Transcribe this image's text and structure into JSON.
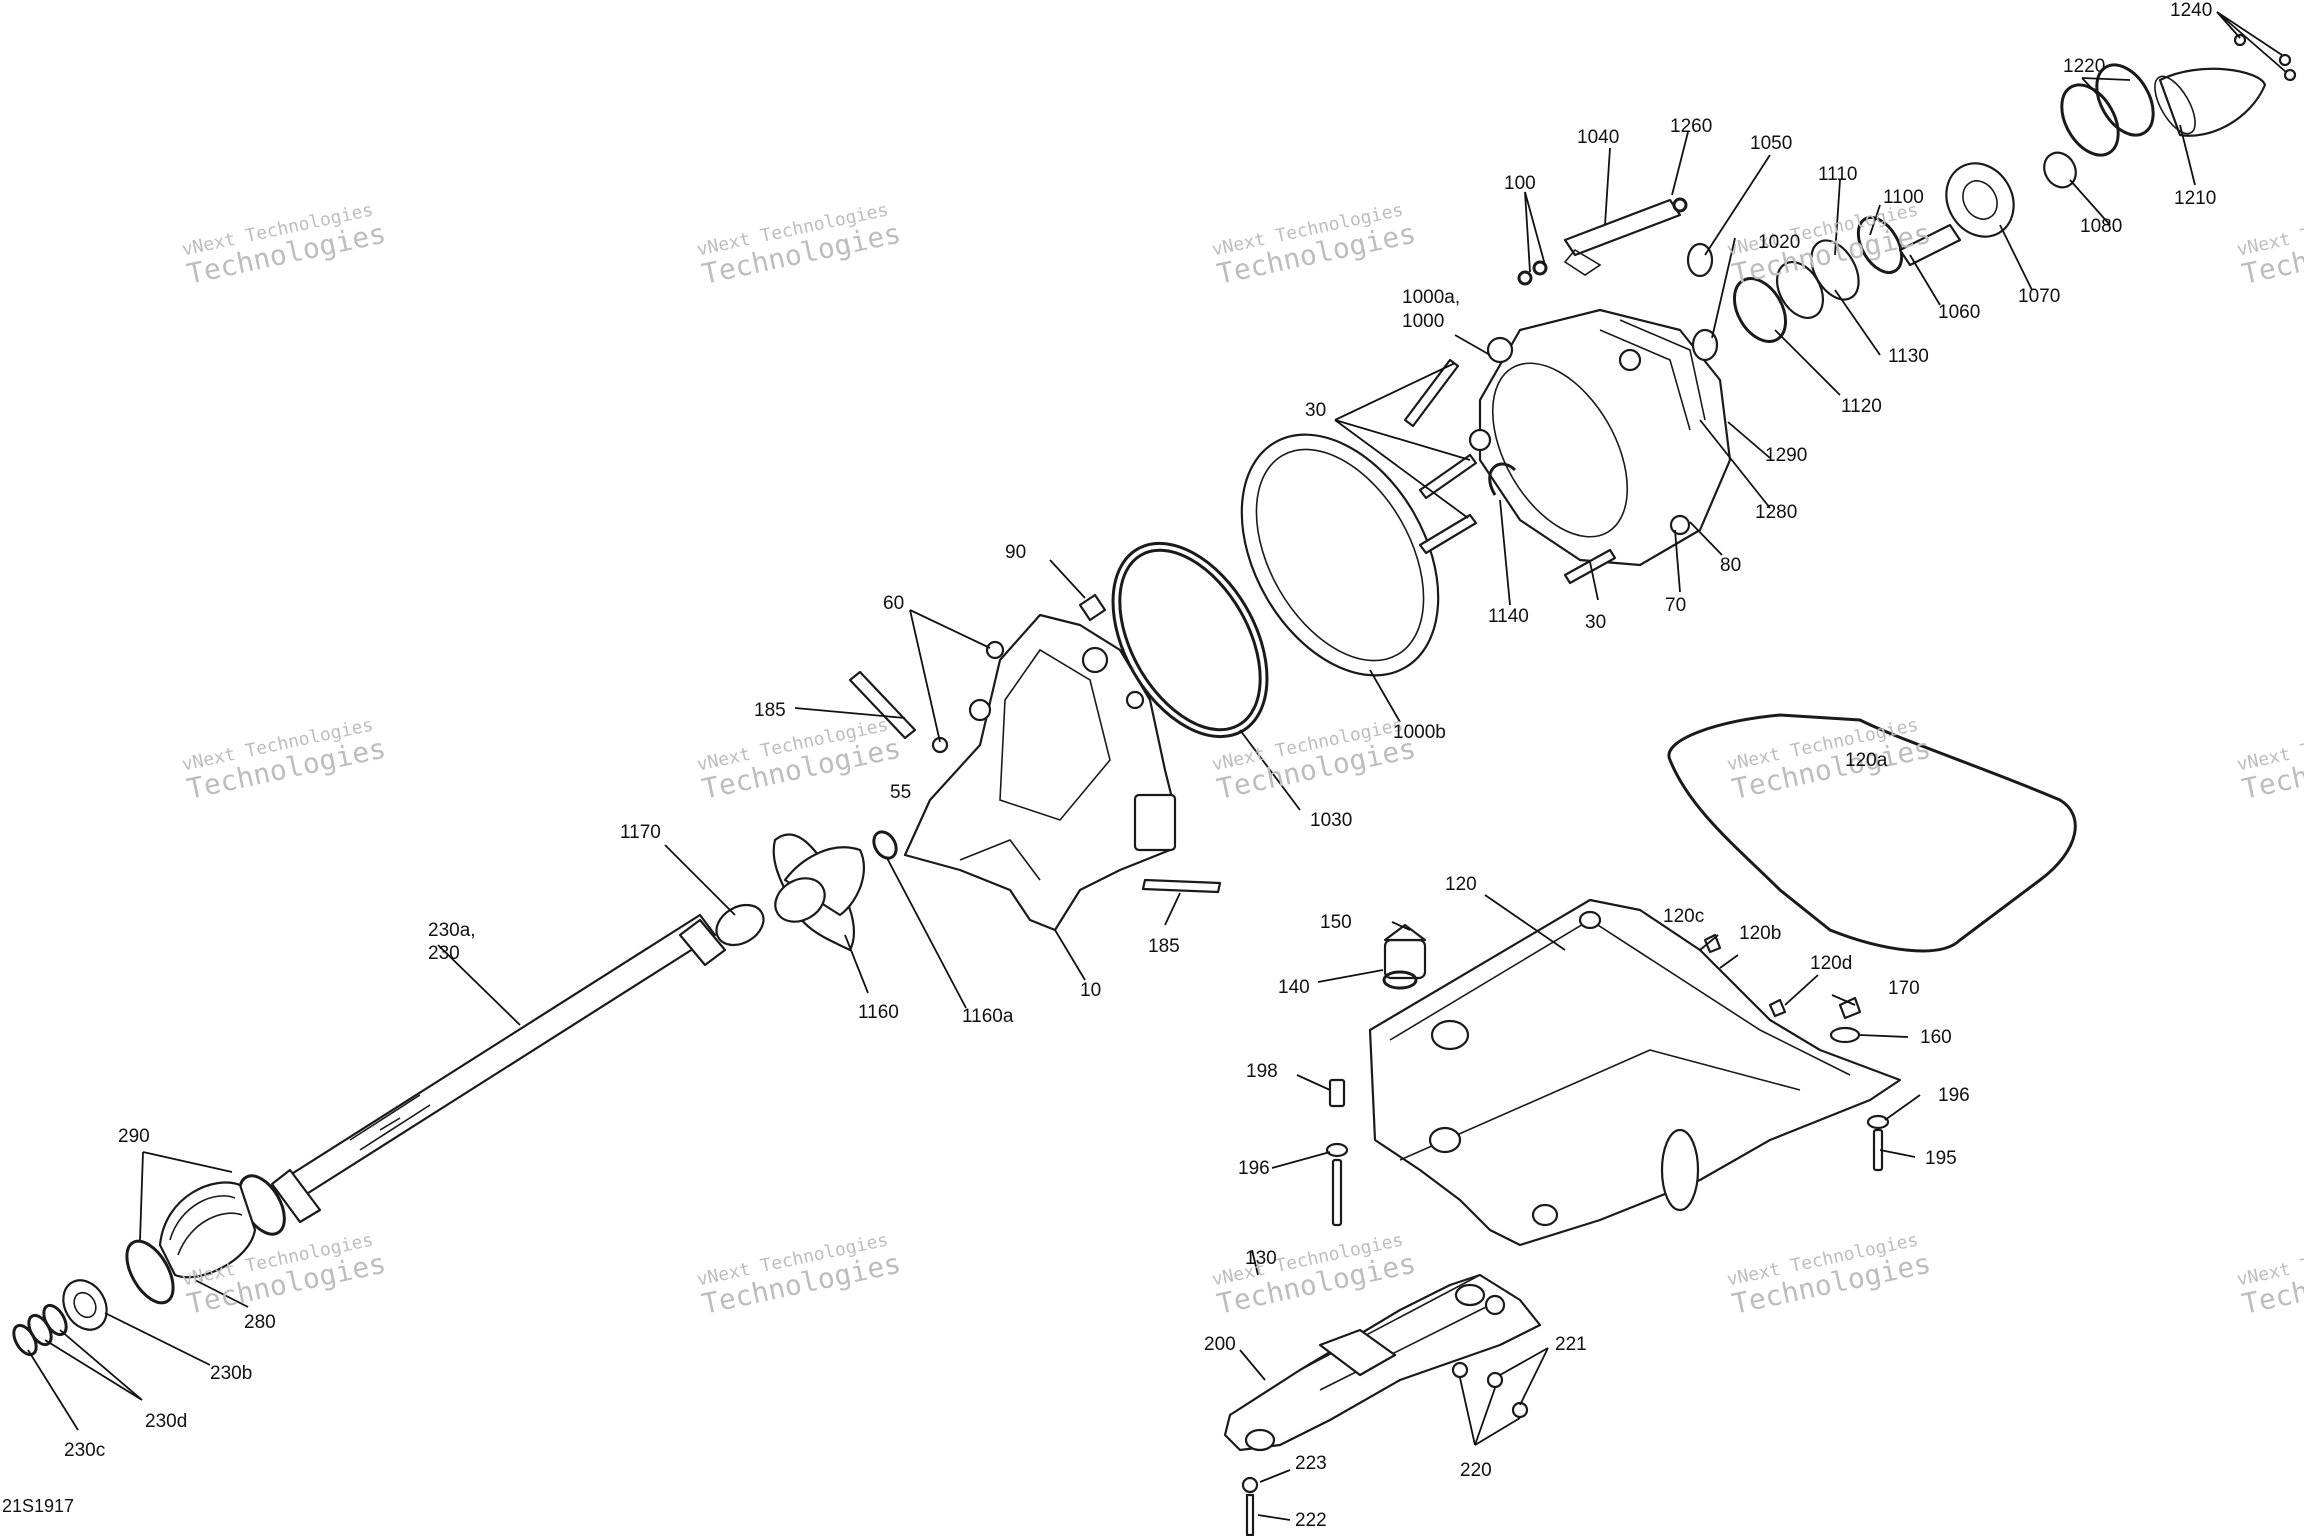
{
  "figure_id": "21S1917",
  "watermark": {
    "line1": "vNext Technologies",
    "line2": "Technologies"
  },
  "labels": {
    "l_1240": "1240",
    "l_1220": "1220",
    "l_1210": "1210",
    "l_1080": "1080",
    "l_1070": "1070",
    "l_1060": "1060",
    "l_1100": "1100",
    "l_1110": "1110",
    "l_1130": "1130",
    "l_1120": "1120",
    "l_1050": "1050",
    "l_1020": "1020",
    "l_1260": "1260",
    "l_1040": "1040",
    "l_100": "100",
    "l_1000a": "1000a,",
    "l_1000": "1000",
    "l_1290": "1290",
    "l_1280": "1280",
    "l_80": "80",
    "l_70": "70",
    "l_30a": "30",
    "l_30b": "30",
    "l_1140": "1140",
    "l_1000b": "1000b",
    "l_1030": "1030",
    "l_90": "90",
    "l_60": "60",
    "l_185a": "185",
    "l_185b": "185",
    "l_55": "55",
    "l_10": "10",
    "l_1170": "1170",
    "l_1160": "1160",
    "l_1160a": "1160a",
    "l_230a": "230a,",
    "l_230": "230",
    "l_290": "290",
    "l_280": "280",
    "l_230b": "230b",
    "l_230d": "230d",
    "l_230c": "230c",
    "l_120a": "120a",
    "l_120": "120",
    "l_120c": "120c",
    "l_120b": "120b",
    "l_120d": "120d",
    "l_150": "150",
    "l_140": "140",
    "l_170": "170",
    "l_160": "160",
    "l_198": "198",
    "l_196a": "196",
    "l_196b": "196",
    "l_195": "195",
    "l_130": "130",
    "l_200": "200",
    "l_221": "221",
    "l_220": "220",
    "l_223": "223",
    "l_222": "222"
  }
}
